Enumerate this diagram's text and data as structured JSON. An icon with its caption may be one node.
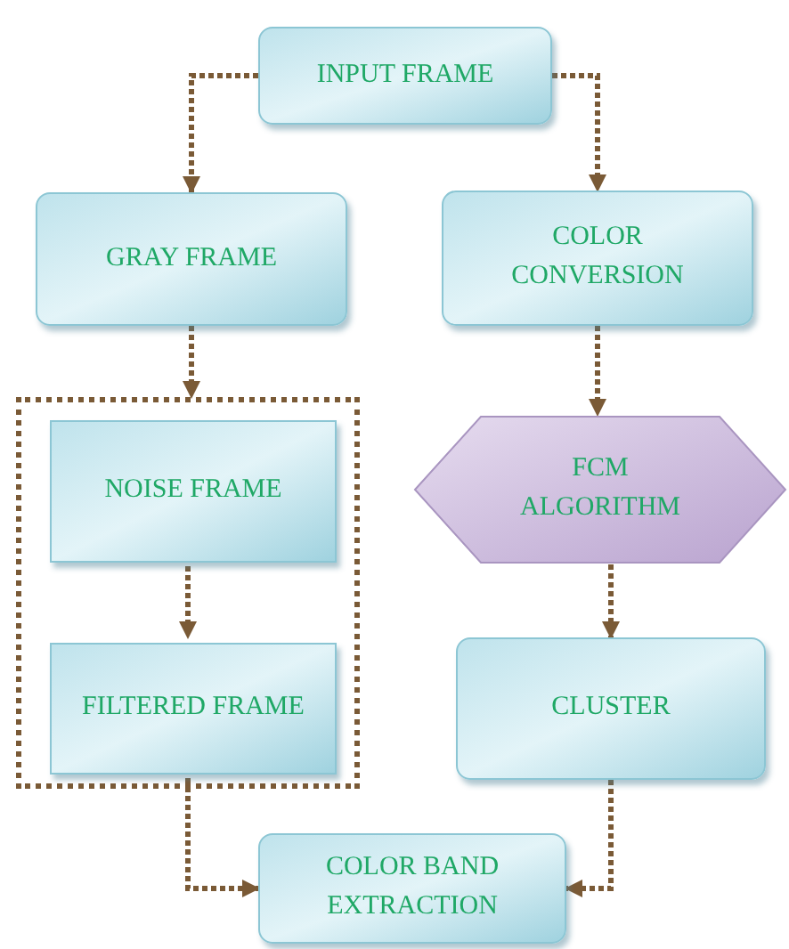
{
  "diagram": {
    "nodes": [
      {
        "text": [
          "INPUT FRAME"
        ]
      },
      {
        "text": [
          "GRAY FRAME"
        ]
      },
      {
        "text": [
          "COLOR CONVERSION"
        ]
      },
      {
        "text": [],
        "shape": "box"
      },
      {
        "text": [
          "NOISE FRAME"
        ],
        "in": 3
      },
      {
        "text": [
          "FILTERED FRAME"
        ],
        "in": 3
      },
      {
        "text": [
          "FCM ALGORITHM"
        ]
      },
      {
        "text": [
          "CLUSTER"
        ]
      },
      {
        "text": [
          "COLOR BAND EXTRACTION"
        ]
      }
    ],
    "edges": [
      {
        "from": 0,
        "to": 1,
        "arrow": "to"
      },
      {
        "from": 0,
        "to": 2,
        "arrow": "to"
      },
      {
        "from": 1,
        "to": 3,
        "arrow": "to"
      },
      {
        "from": 4,
        "to": 5,
        "arrow": "to"
      },
      {
        "from": 2,
        "to": 6,
        "arrow": "to"
      },
      {
        "from": 6,
        "to": 7,
        "arrow": "to"
      },
      {
        "from": 5,
        "to": 8,
        "arrow": "to"
      },
      {
        "from": 7,
        "to": 8,
        "arrow": "to"
      }
    ]
  }
}
